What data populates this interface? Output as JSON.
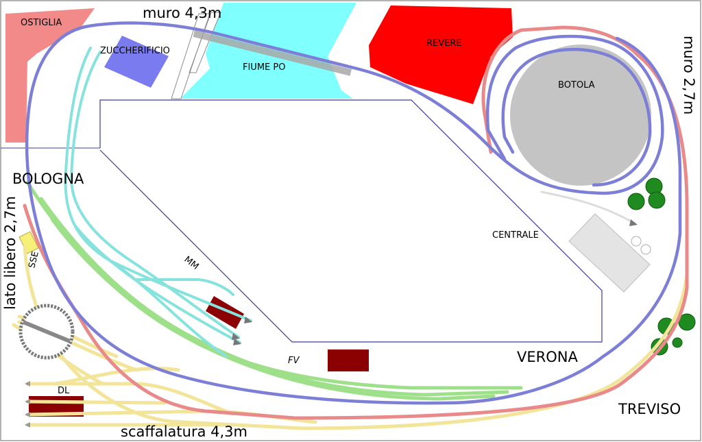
{
  "labels": {
    "ostiglia": "OSTIGLIA",
    "muro_top": "muro 4,3m",
    "zuccherificio": "ZUCCHERIFICIO",
    "fiume_po": "FIUME PO",
    "revere": "REVERE",
    "muro_right": "muro 2,7m",
    "botola": "BOTOLA",
    "bologna": "BOLOGNA",
    "lato_libero": "lato libero 2,7m",
    "sse": "SSE",
    "mm": "MM",
    "centrale": "CENTRALE",
    "fv": "FV",
    "verona": "VERONA",
    "dl": "DL",
    "treviso": "TREVISO",
    "scaffalatura": "scaffalatura 4,3m"
  },
  "colors": {
    "line_blue": "#7d7fd6",
    "line_red": "#e98a8a",
    "line_green": "#9ee08a",
    "line_cyan": "#86e2dc",
    "line_yellow": "#f2e59a",
    "ostiglia": "#f28a8a",
    "revere": "#ff0000",
    "river": "#80ffff",
    "zucchero": "#7b7bf0",
    "botola": "#c4c4c4",
    "building_dark": "#8b0000",
    "tree": "#1f8a1f",
    "centrale": "#e4e4e4",
    "sse": "#f6f07a"
  }
}
